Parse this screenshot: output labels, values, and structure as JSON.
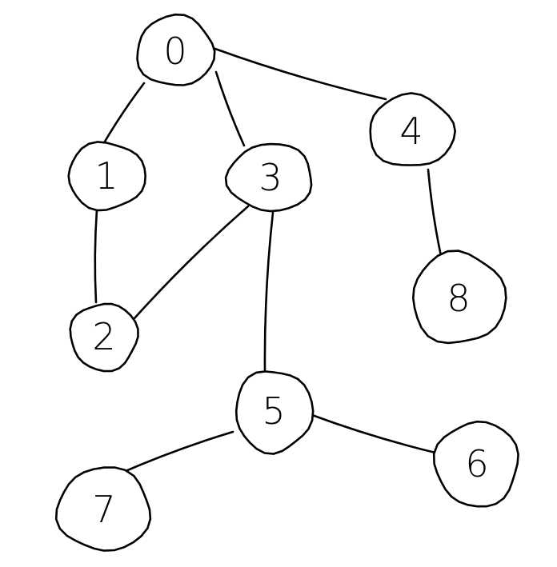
{
  "nodes": [
    {
      "id": "0",
      "label": "0"
    },
    {
      "id": "1",
      "label": "1"
    },
    {
      "id": "2",
      "label": "2"
    },
    {
      "id": "3",
      "label": "3"
    },
    {
      "id": "4",
      "label": "4"
    },
    {
      "id": "5",
      "label": "5"
    },
    {
      "id": "6",
      "label": "6"
    },
    {
      "id": "7",
      "label": "7"
    },
    {
      "id": "8",
      "label": "8"
    }
  ],
  "edges": [
    {
      "from": "0",
      "to": "1"
    },
    {
      "from": "0",
      "to": "3"
    },
    {
      "from": "0",
      "to": "4"
    },
    {
      "from": "1",
      "to": "2"
    },
    {
      "from": "3",
      "to": "2"
    },
    {
      "from": "3",
      "to": "5"
    },
    {
      "from": "4",
      "to": "8"
    },
    {
      "from": "5",
      "to": "7"
    },
    {
      "from": "5",
      "to": "6"
    }
  ],
  "colors": {
    "stroke": "#000000",
    "background": "#ffffff"
  }
}
